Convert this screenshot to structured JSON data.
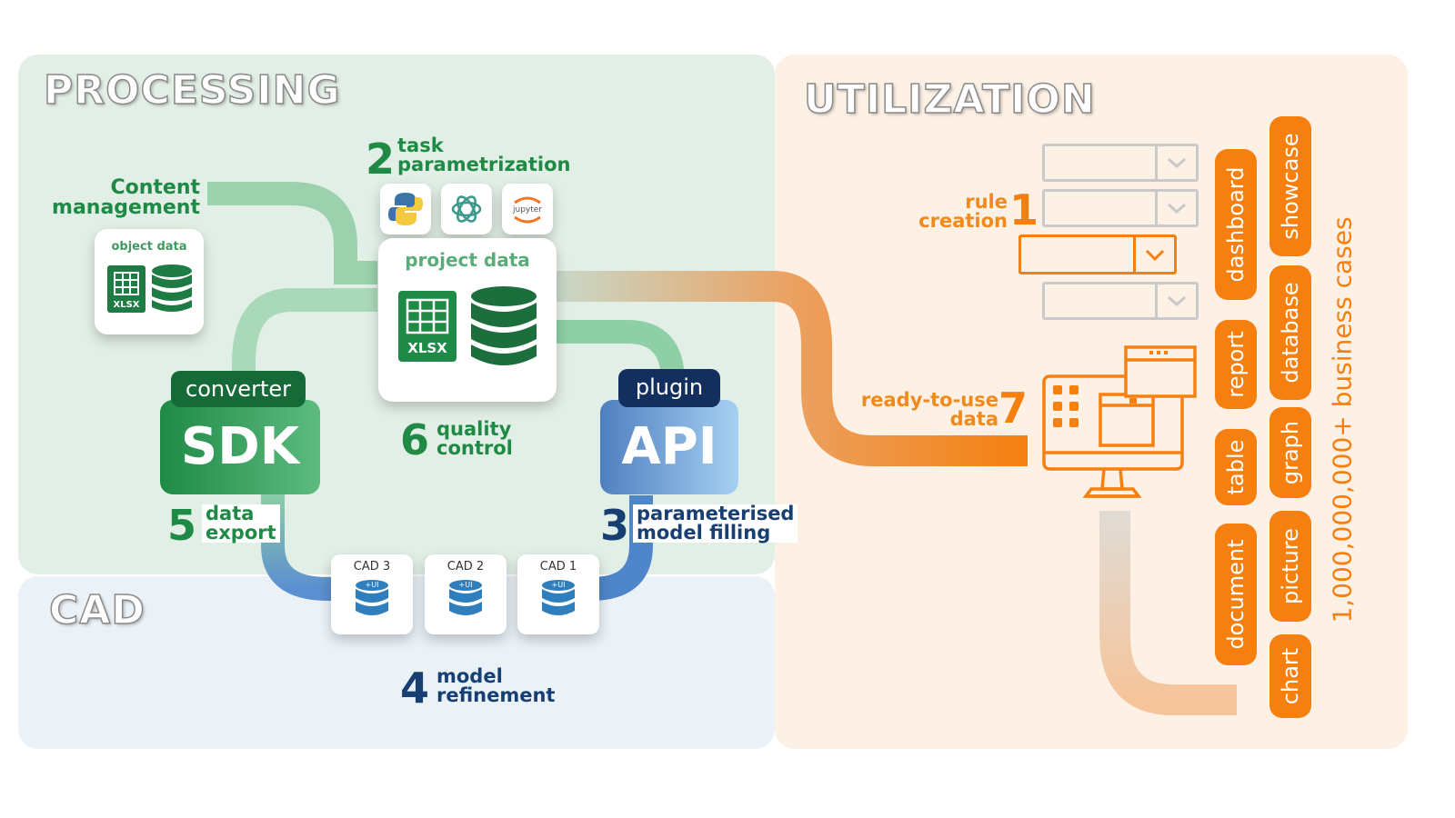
{
  "sections": {
    "processing": "PROCESSING",
    "utilization": "UTILIZATION",
    "cad": "CAD"
  },
  "content_management": {
    "line1": "Content",
    "line2": "management"
  },
  "object_data": {
    "label": "object data",
    "file_label": "XLSX"
  },
  "task": {
    "num": "2",
    "line1": "task",
    "line2": "parametrization",
    "tools": [
      "python-icon",
      "openai-icon",
      "jupyter-icon"
    ],
    "jupyter_label": "jupyter"
  },
  "project_data": {
    "label": "project data",
    "file_label": "XLSX"
  },
  "quality": {
    "num": "6",
    "line1": "quality",
    "line2": "control"
  },
  "sdk": {
    "tag": "converter",
    "title": "SDK"
  },
  "api": {
    "tag": "plugin",
    "title": "API"
  },
  "export": {
    "num": "5",
    "line1": "data",
    "line2": "export"
  },
  "model_filling": {
    "num": "3",
    "line1": "parameterised",
    "line2": "model filling"
  },
  "cad_items": [
    {
      "label": "CAD 3",
      "tag": "+UI"
    },
    {
      "label": "CAD 2",
      "tag": "+UI"
    },
    {
      "label": "CAD 1",
      "tag": "+UI"
    }
  ],
  "refinement": {
    "num": "4",
    "line1": "model",
    "line2": "refinement"
  },
  "rule": {
    "num": "1",
    "line1": "rule",
    "line2": "creation"
  },
  "ready": {
    "num": "7",
    "line1": "ready-to-use",
    "line2": "data"
  },
  "outputs_left": [
    "dashboard",
    "report",
    "table",
    "document"
  ],
  "outputs_right": [
    "showcase",
    "database",
    "graph",
    "picture",
    "chart"
  ],
  "business_cases": "1,000,000,000+ business cases",
  "colors": {
    "green": "#1f8a45",
    "blue": "#173f72",
    "orange": "#f5800f",
    "processing_bg": "#e2efe6",
    "cad_bg": "#eaf2f8",
    "utilization_bg": "#fdf0e4"
  }
}
